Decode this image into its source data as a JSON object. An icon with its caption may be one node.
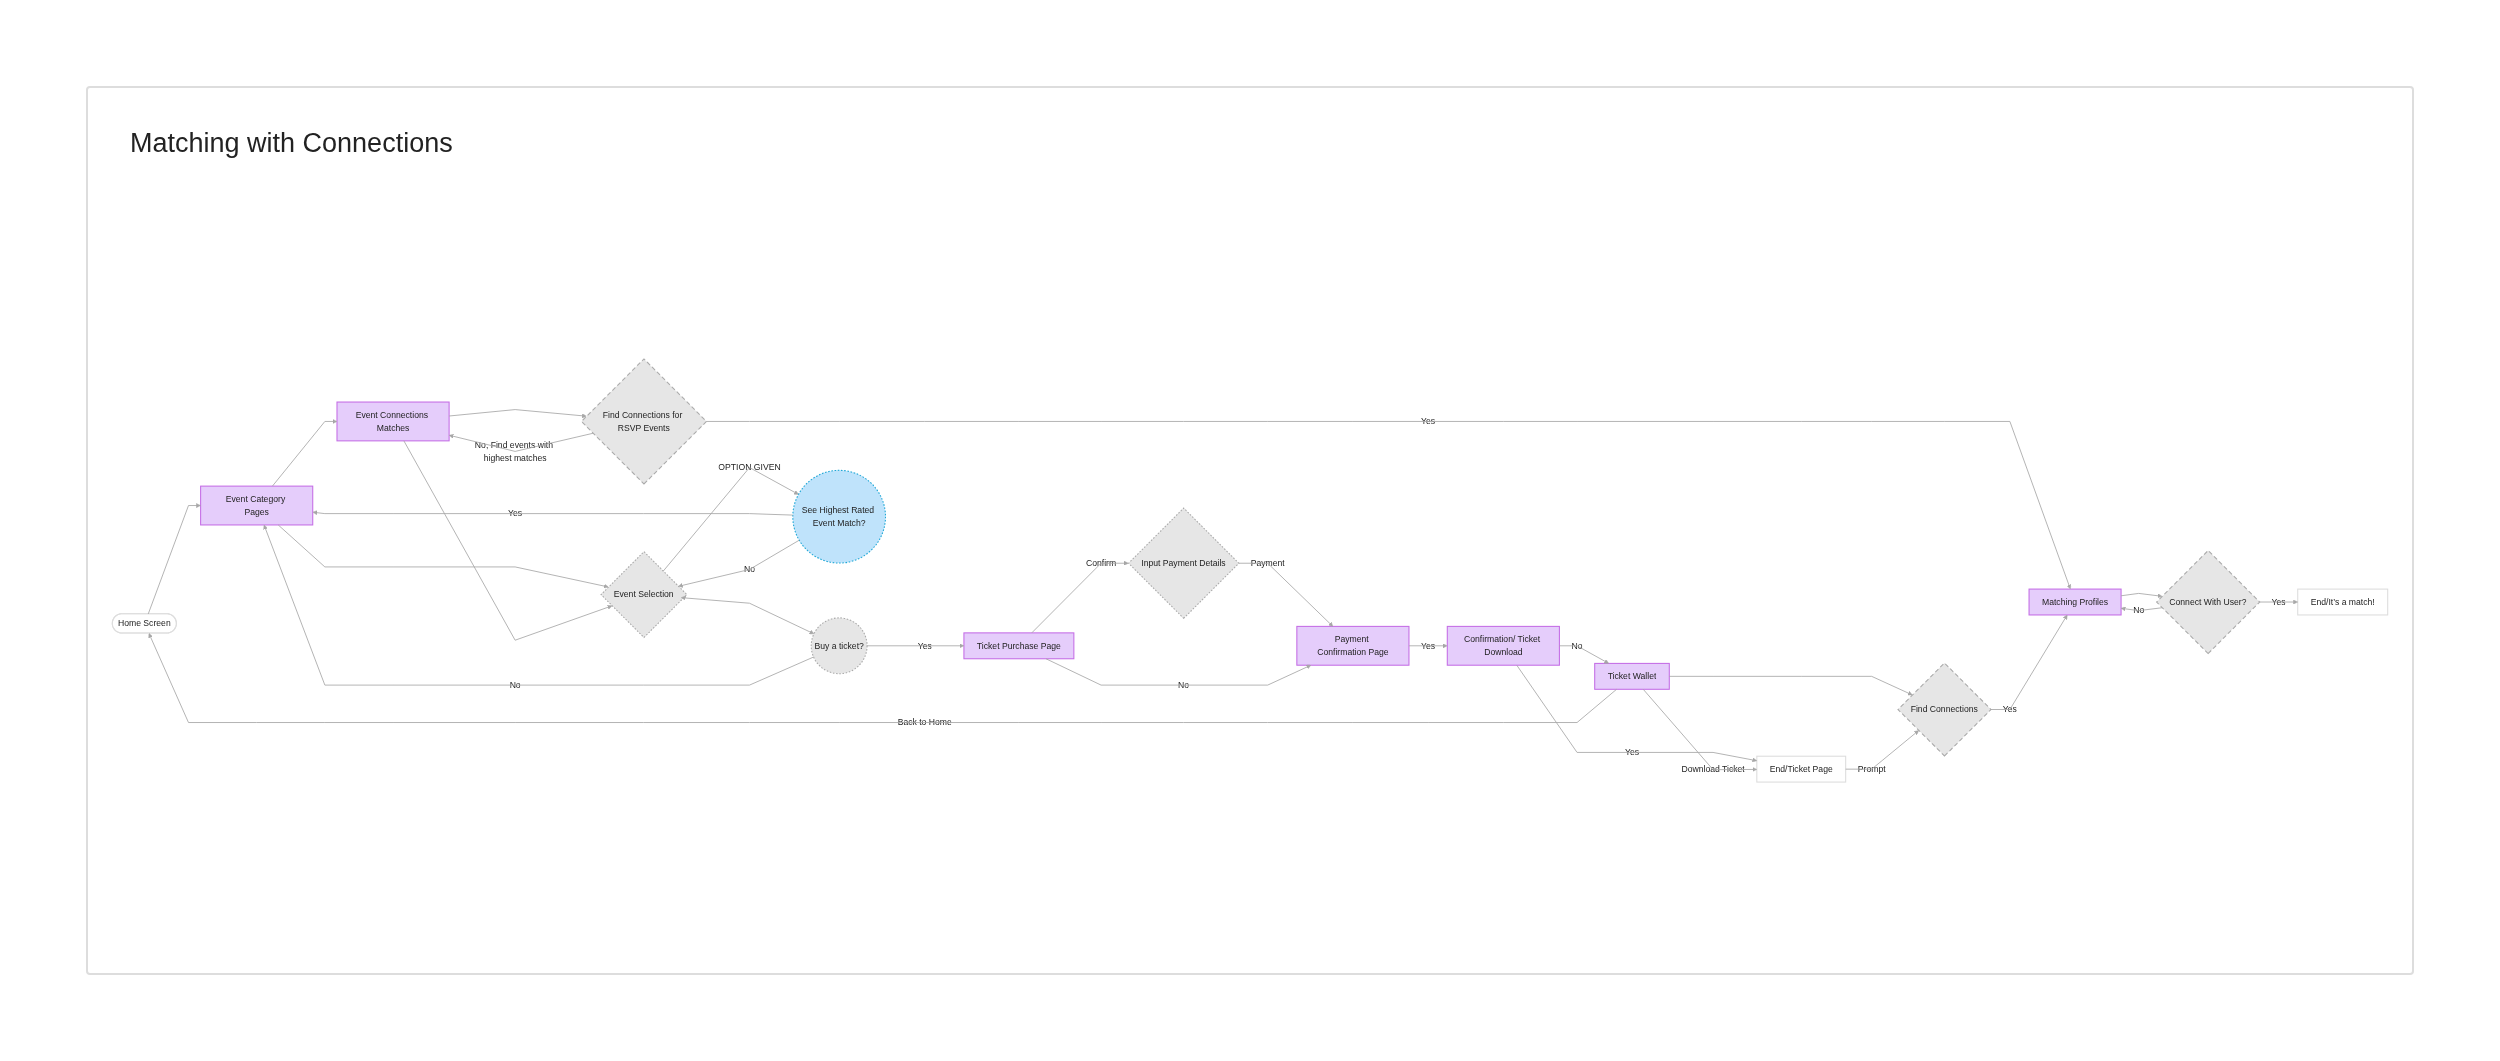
{
  "diagram": {
    "title": "Matching with Connections",
    "nodes": [
      {
        "text": [
          "Home Screen"
        ]
      },
      {
        "text": [
          "Event Category Pages"
        ]
      },
      {
        "text": [
          "Event Selection"
        ]
      },
      {
        "text": [
          "Buy a ticket?"
        ]
      },
      {
        "text": [
          "Ticket Purchase Page"
        ]
      },
      {
        "text": [
          "Input Payment Details"
        ]
      },
      {
        "text": [
          "Payment Confirmation Page"
        ]
      },
      {
        "text": [
          "Confirmation/ Ticket Download"
        ]
      },
      {
        "text": [
          "End/Ticket Page"
        ]
      },
      {
        "text": [
          "See Highest Rated Event Match?"
        ]
      },
      {
        "text": [
          "Matching Profiles"
        ]
      },
      {
        "text": [
          "Find Connections"
        ]
      },
      {
        "text": [
          "Ticket Wallet"
        ]
      },
      {
        "text": [
          "Event Connections Matches"
        ]
      },
      {
        "text": [
          "Find Connections for RSVP Events"
        ]
      },
      {
        "text": [
          "Connect With User?"
        ]
      },
      {
        "text": [
          "End/It’s a match!"
        ]
      }
    ],
    "edges": [
      {
        "from": 0,
        "to": 1,
        "arrow": "to"
      },
      {
        "from": 1,
        "to": 2,
        "arrow": "to"
      },
      {
        "from": 2,
        "to": 3,
        "arrow": "both"
      },
      {
        "from": 3,
        "to": 1,
        "arrow": "to",
        "label": "No"
      },
      {
        "from": 3,
        "to": 4,
        "arrow": "to",
        "label": "Yes"
      },
      {
        "from": 4,
        "to": 5,
        "arrow": "to",
        "label": "Confirm"
      },
      {
        "from": 5,
        "to": 6,
        "arrow": "to",
        "label": "Payment"
      },
      {
        "from": 4,
        "to": 6,
        "arrow": "to",
        "label": "No"
      },
      {
        "from": 6,
        "to": 7,
        "arrow": "to",
        "label": "Yes"
      },
      {
        "from": 7,
        "to": 8,
        "arrow": "to",
        "label": "Yes"
      },
      {
        "from": 2,
        "to": 9,
        "arrow": "to",
        "label": "OPTION GIVEN"
      },
      {
        "from": 9,
        "to": 1,
        "arrow": "to",
        "label": "Yes"
      },
      {
        "from": 9,
        "to": 2,
        "arrow": "to",
        "label": "No"
      },
      {
        "from": 1,
        "to": 13,
        "arrow": "to"
      },
      {
        "from": 13,
        "to": 2,
        "arrow": "to"
      },
      {
        "from": 13,
        "to": 14,
        "arrow": "to"
      },
      {
        "from": 14,
        "to": 10,
        "arrow": "to",
        "label": "Yes"
      },
      {
        "from": 14,
        "to": 13,
        "arrow": "to",
        "label": "No, Find events with highest matches"
      },
      {
        "from": 7,
        "to": 12,
        "arrow": "to",
        "label": "No"
      },
      {
        "from": 12,
        "to": 11,
        "arrow": "to"
      },
      {
        "from": 12,
        "to": 8,
        "arrow": "to",
        "label": "Download Ticket"
      },
      {
        "from": 8,
        "to": 11,
        "arrow": "to",
        "label": "Prompt"
      },
      {
        "from": 11,
        "to": 10,
        "arrow": "to",
        "label": "Yes"
      },
      {
        "from": 12,
        "to": 0,
        "arrow": "to",
        "label": "Back to Home"
      },
      {
        "from": 10,
        "to": 15,
        "arrow": "to"
      },
      {
        "from": 15,
        "to": 10,
        "arrow": "to",
        "label": "No"
      },
      {
        "from": 15,
        "to": 16,
        "arrow": "to",
        "label": "Yes"
      }
    ]
  }
}
